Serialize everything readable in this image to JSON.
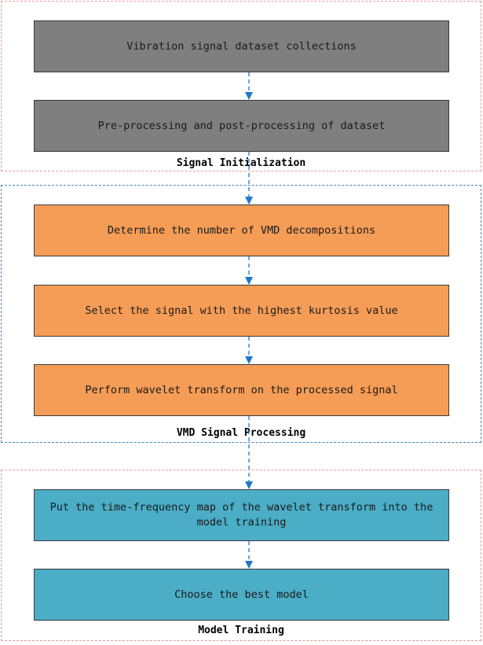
{
  "groups": [
    {
      "label": "Signal Initialization",
      "border_color": "#e89a96"
    },
    {
      "label": "VMD Signal Processing",
      "border_color": "#3f86b8"
    },
    {
      "label": "Model Training",
      "border_color": "#e89a96"
    }
  ],
  "steps": [
    {
      "text": "Vibration signal dataset collections",
      "fill": "#7f7f7f"
    },
    {
      "text": "Pre-processing and post-processing of dataset",
      "fill": "#7f7f7f"
    },
    {
      "text": "Determine the number of VMD decompositions",
      "fill": "#f59d56"
    },
    {
      "text": "Select the signal with the highest kurtosis value",
      "fill": "#f59d56"
    },
    {
      "text": "Perform wavelet transform on the processed signal",
      "fill": "#f59d56"
    },
    {
      "text": "Put the time-frequency map of the wavelet transform into the model training",
      "fill": "#4badc6"
    },
    {
      "text": "Choose the best model",
      "fill": "#4badc6"
    }
  ],
  "arrow_color": "#1e78c8"
}
